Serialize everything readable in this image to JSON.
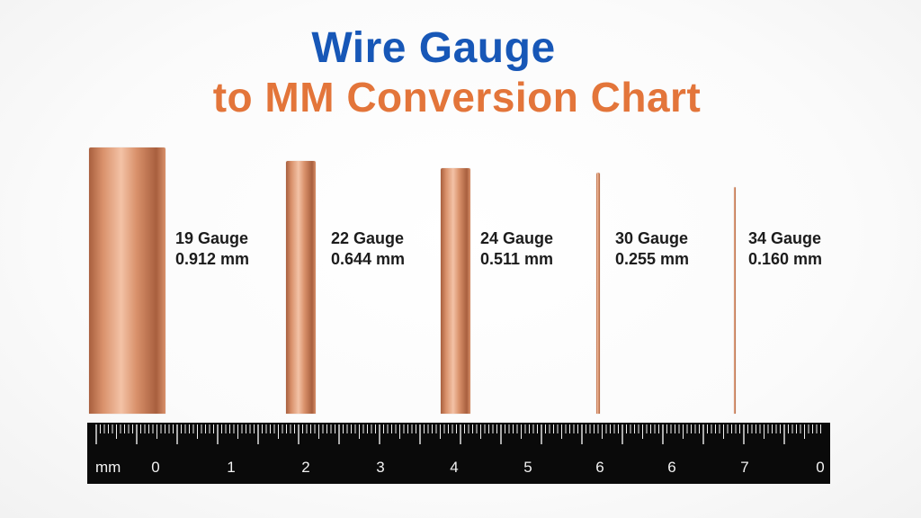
{
  "title": {
    "line1": "Wire Gauge",
    "line2": "to MM Conversion Chart",
    "line1_color": "#1757b7",
    "line2_color": "#e3753a"
  },
  "wires": [
    {
      "gauge": "19 Gauge",
      "diameter": "0.912 mm",
      "mm": 0.912
    },
    {
      "gauge": "22 Gauge",
      "diameter": "0.644 mm",
      "mm": 0.644
    },
    {
      "gauge": "24 Gauge",
      "diameter": "0.511 mm",
      "mm": 0.511
    },
    {
      "gauge": "30 Gauge",
      "diameter": "0.255 mm",
      "mm": 0.255
    },
    {
      "gauge": "34 Gauge",
      "diameter": "0.160 mm",
      "mm": 0.16
    }
  ],
  "wire_colors": {
    "light": "#f3c2a6",
    "mid": "#d9916b",
    "dark": "#a85f3e"
  },
  "ruler": {
    "unit": "mm",
    "labels": [
      "0",
      "1",
      "2",
      "3",
      "4",
      "5",
      "6",
      "6",
      "7",
      "0"
    ],
    "background": "#0a0a0a",
    "tick_color": "#eeeeee"
  }
}
